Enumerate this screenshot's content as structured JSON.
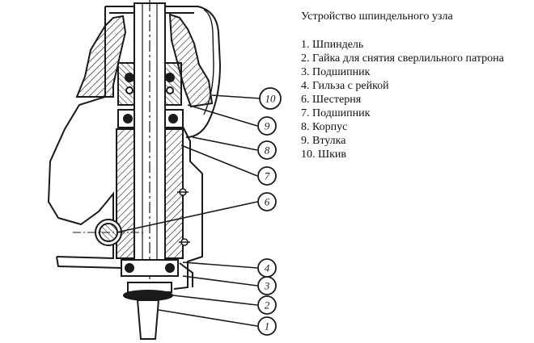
{
  "legend": {
    "title": "Устройство шпиндельного узла",
    "items": [
      {
        "num": "1",
        "text": "Шпиндель"
      },
      {
        "num": "2",
        "text": "Гайка для снятия сверлильного патрона"
      },
      {
        "num": "3",
        "text": "Подшипник"
      },
      {
        "num": "4",
        "text": "Гильза с рейкой"
      },
      {
        "num": "6",
        "text": "Шестерня"
      },
      {
        "num": "7",
        "text": "Подшипник"
      },
      {
        "num": "8",
        "text": "Корпус"
      },
      {
        "num": "9",
        "text": "Втулка"
      },
      {
        "num": "10",
        "text": "Шкив"
      }
    ]
  },
  "callouts": [
    {
      "label": "10"
    },
    {
      "label": "9"
    },
    {
      "label": "8"
    },
    {
      "label": "7"
    },
    {
      "label": "6"
    },
    {
      "label": "4"
    },
    {
      "label": "3"
    },
    {
      "label": "2"
    },
    {
      "label": "1"
    }
  ],
  "colors": {
    "ink": "#1a1a1a",
    "paper": "#ffffff"
  }
}
